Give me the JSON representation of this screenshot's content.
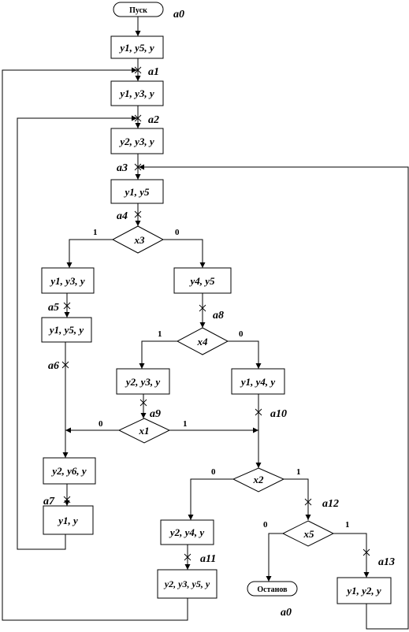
{
  "terminals": {
    "start": "Пуск",
    "stop": "Останов"
  },
  "operators": {
    "b1": "y1, y5, y",
    "b2": "y1, y3, y",
    "b3": "y2, y3, y",
    "b4": "y1, y5",
    "b5": "y1, y3, y",
    "b6": "y4, y5",
    "b7": "y1, y5, y",
    "b8": "y2, y3, y",
    "b9": "y1, y4, y",
    "b10": "y2, y6, y",
    "b11": "y1, y",
    "b12": "y2, y4, y",
    "b13": "y2, y3, y5, y",
    "b14": "y1, y2, y"
  },
  "conditions": {
    "d1": "x3",
    "d2": "x4",
    "d3": "x1",
    "d4": "x2",
    "d5": "x5"
  },
  "branch_labels": {
    "yes": "1",
    "no": "0"
  },
  "marks": {
    "m0": "a0",
    "m1": "a1",
    "m2": "a2",
    "m3": "a3",
    "m4": "a4",
    "m5": "a5",
    "m6": "a6",
    "m7": "a7",
    "m8": "a8",
    "m9": "a9",
    "m10": "a10",
    "m11": "a11",
    "m12": "a12",
    "m13": "a13",
    "m14": "a0"
  }
}
